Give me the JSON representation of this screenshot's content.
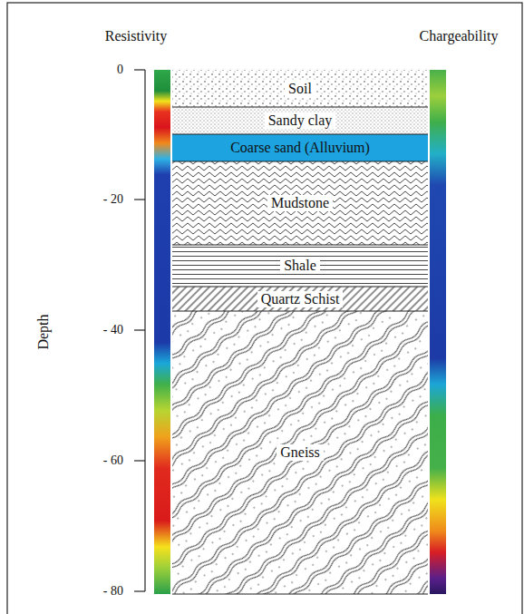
{
  "diagram": {
    "nodes": [
      {
        "text": [
          "Soil"
        ]
      },
      {
        "text": [
          "Sandy clay"
        ]
      },
      {
        "text": [
          "Coarse sand (Alluvium)"
        ]
      },
      {
        "text": [
          "Mudstone"
        ]
      },
      {
        "text": [
          "Shale"
        ]
      },
      {
        "text": [
          "Quartz Schist"
        ]
      },
      {
        "text": [
          "Gneiss"
        ]
      }
    ],
    "labels": [
      "Resistivity",
      "Chargeability",
      "Depth",
      "0",
      "- 20",
      "- 40",
      "- 60",
      "- 80"
    ]
  }
}
